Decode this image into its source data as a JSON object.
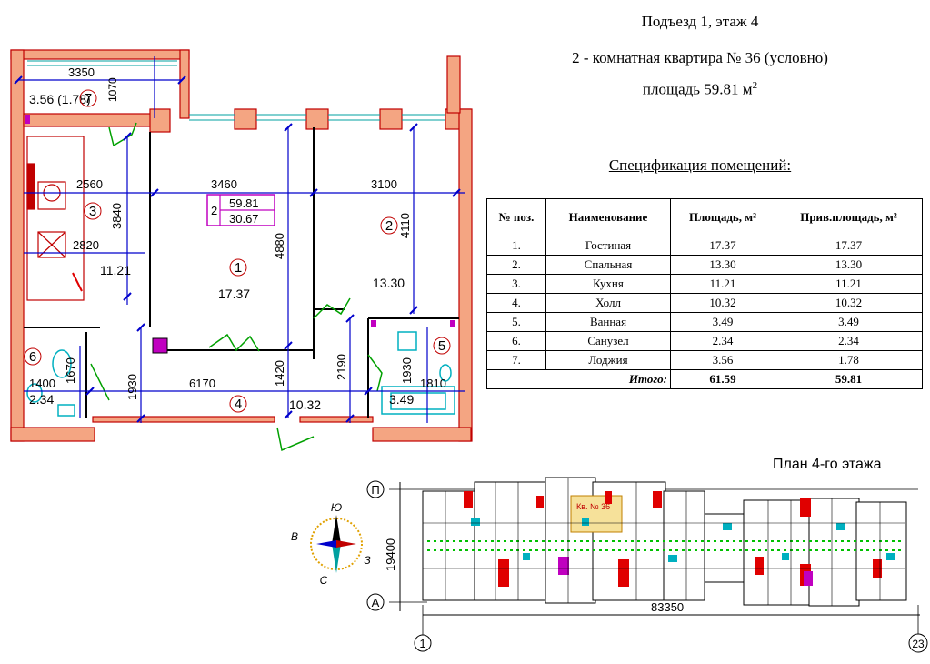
{
  "header": {
    "line1": "Подъезд 1, этаж 4",
    "line2": "2 - комнатная квартира № 36 (условно)",
    "line3": "площадь 59.81 м",
    "line3_sup": "2"
  },
  "spec": {
    "title": "Спецификация помещений:",
    "columns": [
      "№ поз.",
      "Наименование",
      "Площадь, м²",
      "Прив.площадь, м²"
    ],
    "rows": [
      {
        "pos": "1.",
        "name": "Гостиная",
        "area": "17.37",
        "adj": "17.37"
      },
      {
        "pos": "2.",
        "name": "Спальная",
        "area": "13.30",
        "adj": "13.30"
      },
      {
        "pos": "3.",
        "name": "Кухня",
        "area": "11.21",
        "adj": "11.21"
      },
      {
        "pos": "4.",
        "name": "Холл",
        "area": "10.32",
        "adj": "10.32"
      },
      {
        "pos": "5.",
        "name": "Ванная",
        "area": "3.49",
        "adj": "3.49"
      },
      {
        "pos": "6.",
        "name": "Санузел",
        "area": "2.34",
        "adj": "2.34"
      },
      {
        "pos": "7.",
        "name": "Лоджия",
        "area": "3.56",
        "adj": "1.78"
      }
    ],
    "total_label": "Итого:",
    "total_area": "61.59",
    "total_adj": "59.81"
  },
  "plan": {
    "dims": {
      "d3350": "3350",
      "d1070": "1070",
      "d2560": "2560",
      "d3460": "3460",
      "d3100": "3100",
      "d3840": "3840",
      "d2820": "2820",
      "d4880": "4880",
      "d4110": "4110",
      "d2190": "2190",
      "d1930a": "1930",
      "d1420": "1420",
      "d6170": "6170",
      "d1400": "1400",
      "d1670": "1670",
      "d1930b": "1930",
      "d1810": "1810"
    },
    "areas": {
      "loggia": "3.56 (1.78)",
      "kitchen": "11.21",
      "living": "17.37",
      "bedroom": "13.30",
      "hall": "10.32",
      "wc": "2.34",
      "bath": "3.49"
    },
    "rooms": {
      "r1": "1",
      "r2": "2",
      "r3": "3",
      "r4": "4",
      "r5": "5",
      "r6": "6",
      "r7": "7"
    },
    "box": {
      "rooms_count": "2",
      "total": "59.81",
      "living_area": "30.67"
    }
  },
  "floor": {
    "title": "План 4-го этажа",
    "apt_label": "Кв. № 36",
    "axis_top": "П",
    "axis_bottom": "А",
    "axis_left": "1",
    "axis_right": "23",
    "height_dim": "19400",
    "width_dim": "83350"
  },
  "compass": {
    "n": "Ю",
    "s": "С",
    "w": "В",
    "e": "З"
  },
  "colors": {
    "wall": "#f08060",
    "wall_edge": "#c00000",
    "dim": "#0000cc",
    "green": "#00a000",
    "magenta": "#c000c0",
    "red": "#e00000"
  }
}
